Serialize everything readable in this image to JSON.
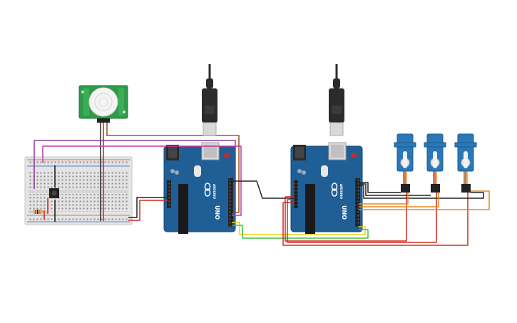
{
  "circuit": {
    "board_1": {
      "brand_text": "ARDUINO",
      "model_text": "UNO"
    },
    "board_2": {
      "brand_text": "ARDUINO",
      "model_text": "UNO"
    },
    "servo_count": 3,
    "colors": {
      "board": "#1f5f96",
      "board_edge": "#17476f",
      "breadboard": "#e4e4e4",
      "pir_pcb": "#2f9a48",
      "pir_dome": "#f4f4f4",
      "servo_body": "#2a78b8",
      "usb_cable": "#2b2b2b",
      "wire_black": "#222222",
      "wire_red": "#d42a1e",
      "wire_orange": "#e38a1e",
      "wire_yellow": "#e6d21a",
      "wire_green": "#3fbf3f",
      "wire_purple": "#8a3aa0",
      "wire_brown": "#9a5a2a",
      "wire_magenta": "#c23aa0"
    },
    "icons": [
      "usb-plug-icon",
      "arduino-logo-icon",
      "pushbutton-icon",
      "resistor-icon"
    ]
  }
}
